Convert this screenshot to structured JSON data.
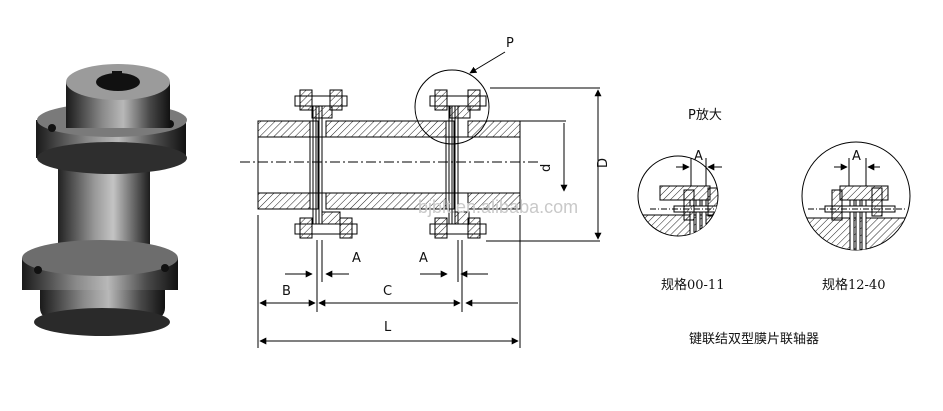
{
  "photo": {
    "name": "coupling-photo"
  },
  "drawing": {
    "callout_label": "P",
    "dims": {
      "A_left": "A",
      "A_right": "A",
      "B": "B",
      "C": "C",
      "L": "L",
      "d": "d",
      "D": "D"
    },
    "watermark": "bjblt.en.alibaba.com"
  },
  "detail": {
    "title": "P放大",
    "left": {
      "dim": "A",
      "caption": "规格00-11"
    },
    "right": {
      "dim": "A",
      "caption": "规格12-40"
    }
  },
  "product_title": "键联结双型膜片联轴器"
}
